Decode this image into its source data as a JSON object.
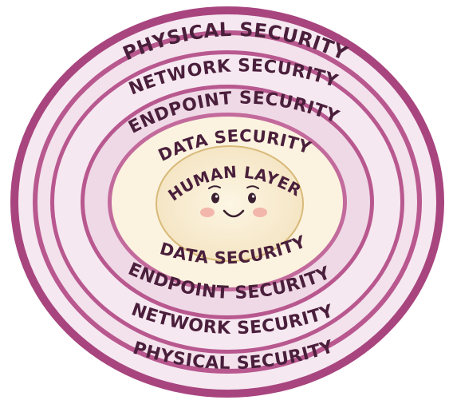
{
  "core": {
    "label": "HUMAN LAYER",
    "face": "smiling-face-icon"
  },
  "layers": {
    "physical_top": "PHYSICAL SECURITY",
    "network_top": "NETWORK SECURITY",
    "endpoint_top": "ENDPOINT SECURITY",
    "data_top": "DATA SECURITY",
    "data_bottom": "DATA SECURITY",
    "endpoint_bottom": "ENDPOINT SECURITY",
    "network_bottom": "NETWORK SECURITY",
    "physical_bottom": "PHYSICAL SECURITY"
  },
  "colors": {
    "outer_ring": "#a8457f",
    "ring_light": "#f6e8f1",
    "ring_mid": "#e6c3d8",
    "core_fill": "#f7ecd0",
    "core_glow": "#fbf3df",
    "text": "#4a1f3b"
  }
}
